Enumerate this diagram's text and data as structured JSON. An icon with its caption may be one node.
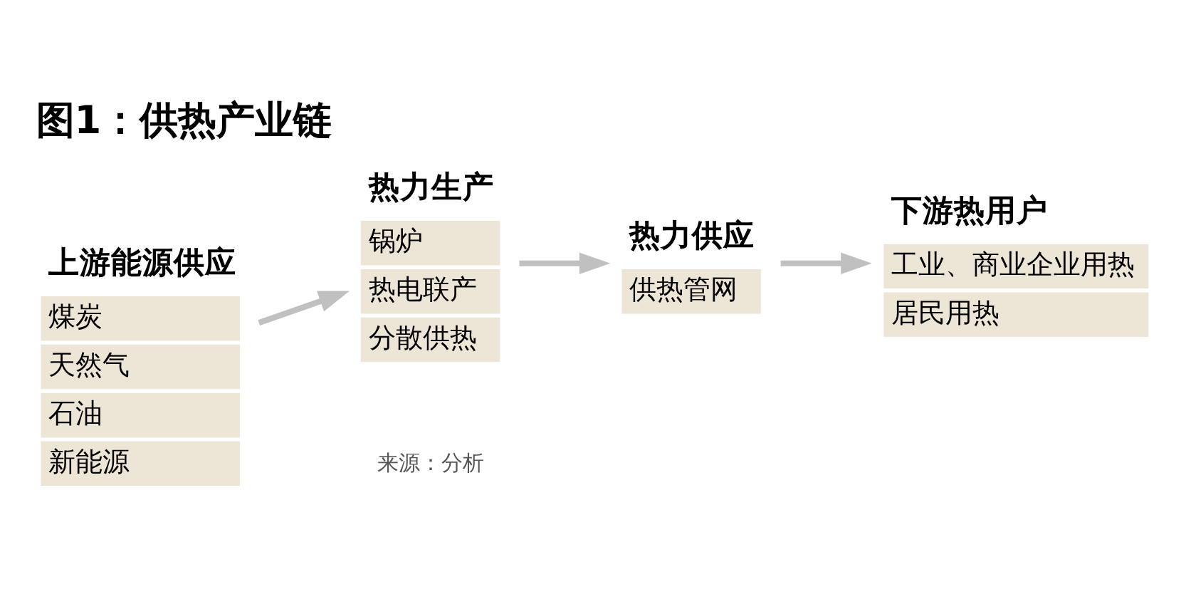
{
  "diagram": {
    "title": "图1：供热产业链",
    "nodes": [
      {
        "text": [
          "上游能源供应",
          "煤炭",
          "天然气",
          "石油",
          "新能源"
        ]
      },
      {
        "text": [
          "热力生产",
          "锅炉",
          "热电联产",
          "分散供热"
        ]
      },
      {
        "text": [
          "热力供应",
          "供热管网"
        ]
      },
      {
        "text": [
          "下游热用户",
          "工业、商业企业用热",
          "居民用热"
        ]
      }
    ],
    "edges": [
      {
        "from": 0,
        "to": 1,
        "arrow": "to"
      },
      {
        "from": 1,
        "to": 2,
        "arrow": "to"
      },
      {
        "from": 2,
        "to": 3,
        "arrow": "to"
      }
    ],
    "labels": [
      "来源：分析"
    ]
  }
}
